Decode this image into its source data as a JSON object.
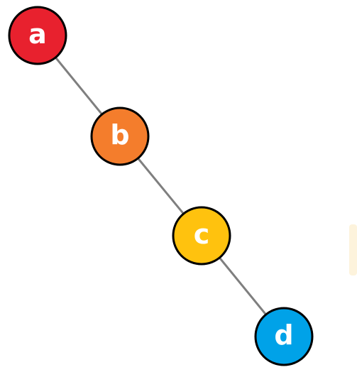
{
  "diagram": {
    "nodes": [
      {
        "id": "a",
        "label": "a",
        "color": "#e8212e"
      },
      {
        "id": "b",
        "label": "b",
        "color": "#f47d2c"
      },
      {
        "id": "c",
        "label": "c",
        "color": "#ffc20e"
      },
      {
        "id": "d",
        "label": "d",
        "color": "#00a2e8"
      }
    ],
    "edges": [
      {
        "from": "a",
        "to": "b"
      },
      {
        "from": "b",
        "to": "c"
      },
      {
        "from": "c",
        "to": "d"
      }
    ]
  }
}
